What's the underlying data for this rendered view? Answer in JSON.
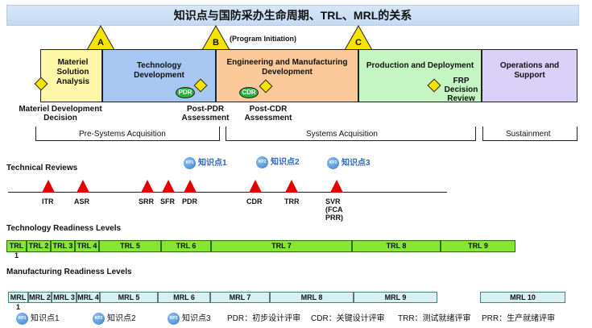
{
  "title": "知识点与国防采办生命周期、TRL、MRL的关系",
  "milestones": [
    "A",
    "B",
    "C"
  ],
  "program_initiation": "(Program Initiation)",
  "phases": [
    {
      "label": "Materiel Solution Analysis",
      "color": "#fff7a8"
    },
    {
      "label": "Technology Development",
      "color": "#a7c7f2"
    },
    {
      "label": "Engineering and Manufacturing Development",
      "color": "#fbc99a"
    },
    {
      "label": "Production and Deployment",
      "color": "#c6f5c4"
    },
    {
      "label": "Operations and Support",
      "color": "#d9d0f7"
    }
  ],
  "decisions": {
    "materiel_dev": "Materiel Development Decision",
    "post_pdr": "Post-PDR Assessment",
    "post_cdr": "Post-CDR Assessment",
    "frp": "FRP Decision Review",
    "pdr_oval": "PDR",
    "cdr_oval": "CDR"
  },
  "acquisition": [
    "Pre-Systems Acquisition",
    "Systems Acquisition",
    "Sustainment"
  ],
  "knowledge_points": [
    "知识点1",
    "知识点2",
    "知识点3"
  ],
  "kp_badges": [
    "KP1",
    "KP2",
    "KP3"
  ],
  "technical_reviews": {
    "heading": "Technical Reviews",
    "items": [
      "ITR",
      "ASR",
      "SRR",
      "SFR",
      "PDR",
      "CDR",
      "TRR",
      "SVR (FCA PRR)"
    ]
  },
  "trl": {
    "heading": "Technology Readiness Levels",
    "items": [
      "TRL 1",
      "TRL 2",
      "TRL 3",
      "TRL 4",
      "TRL 5",
      "TRL 6",
      "TRL 7",
      "TRL 8",
      "TRL 9"
    ]
  },
  "mrl": {
    "heading": "Manufacturing Readiness Levels",
    "items": [
      "MRL 1",
      "MRL 2",
      "MRL 3",
      "MRL 4",
      "MRL 5",
      "MRL 6",
      "MRL 7",
      "MRL 8",
      "MRL 9",
      "MRL 10"
    ]
  },
  "legend": {
    "kp1": "知识点1",
    "kp2": "知识点2",
    "kp3": "知识点3",
    "pdr": "PDR：初步设计评审",
    "cdr": "CDR：关键设计评审",
    "trr": "TRR：测试就绪评审",
    "prr": "PRR：生产就绪评审"
  }
}
